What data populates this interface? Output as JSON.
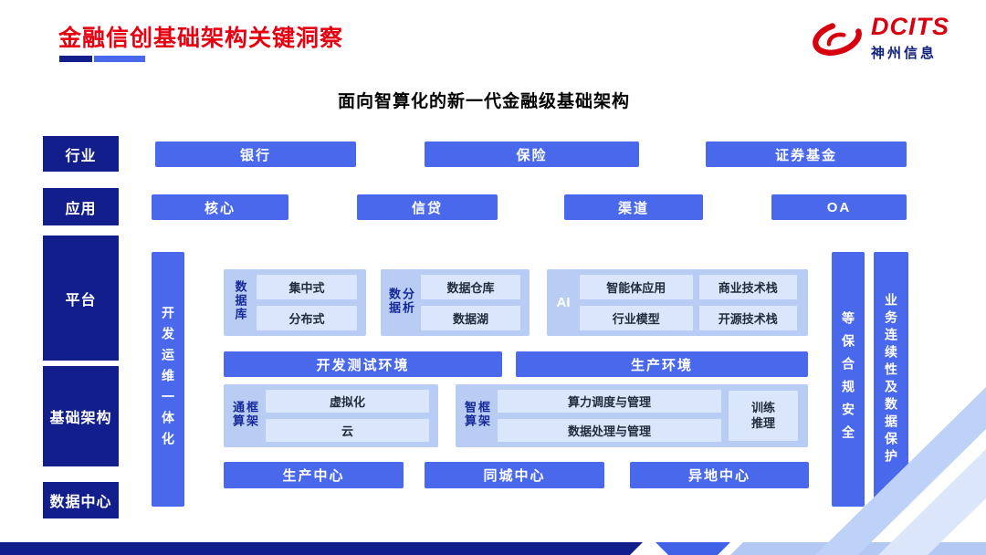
{
  "header": {
    "title": "金融信创基础架构关键洞察",
    "subtitle": "面向智算化的新一代金融级基础架构",
    "logo": {
      "brand": "DCITS",
      "company": "神州信息"
    }
  },
  "rows": {
    "industry": {
      "label": "行业",
      "items": [
        "银行",
        "保险",
        "证券基金"
      ]
    },
    "application": {
      "label": "应用",
      "items": [
        "核心",
        "信贷",
        "渠道",
        "OA"
      ]
    },
    "platform_label": "平台",
    "infrastructure_label": "基础架构",
    "datacenter_label": "数据中心"
  },
  "platform": {
    "devops_bar": "开发运维一体化",
    "security_bar": "等保合规安全",
    "continuity_bar": "业务连续性及数据保护",
    "database": {
      "label": "数据库",
      "items": [
        "集中式",
        "分布式"
      ]
    },
    "analytics": {
      "label": "数据分析",
      "items": [
        "数据仓库",
        "数据湖"
      ]
    },
    "ai": {
      "label": "AI",
      "items": [
        "智能体应用",
        "商业技术栈",
        "行业模型",
        "开源技术栈"
      ]
    },
    "environments": [
      "开发测试环境",
      "生产环境"
    ],
    "general_framework": {
      "label": "通算框架",
      "items": [
        "虚拟化",
        "云"
      ]
    },
    "intelligent_framework": {
      "label": "智算框架",
      "items": [
        "算力调度与管理",
        "数据处理与管理",
        "训练推理"
      ]
    },
    "centers": [
      "生产中心",
      "同城中心",
      "异地中心"
    ]
  },
  "colors": {
    "brand_red": "#e60012",
    "navy": "#111e8c",
    "button_blue": "#4968ec",
    "container_blue": "#b9cdf4",
    "inner_box_blue": "#d9e6fb"
  }
}
